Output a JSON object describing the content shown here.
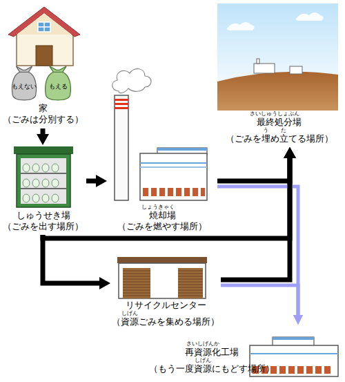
{
  "diagram": {
    "nodes": [
      {
        "text": [
          "家",
          "（ごみは分別する）"
        ]
      },
      {
        "text": [
          "もえない"
        ],
        "in": 0
      },
      {
        "text": [
          "もえる"
        ],
        "in": 0
      },
      {
        "text": [
          "しゅうせき場",
          "（ごみを出す場所）"
        ]
      },
      {
        "text": [
          "焼却場",
          "（ごみを燃やす場所）"
        ]
      },
      {
        "text": [
          "最終処分場",
          "（ごみを埋め立てる場所）"
        ]
      },
      {
        "text": [
          "リサイクルセンター",
          "（資源ごみを集める場所）"
        ]
      },
      {
        "text": [
          "再資源化工場",
          "（もう一度資源にもどす場所）"
        ]
      }
    ],
    "edges": [
      {
        "from": 0,
        "to": 3,
        "arrow": "to"
      },
      {
        "from": 3,
        "to": 4,
        "arrow": "to"
      },
      {
        "from": 3,
        "to": 6,
        "arrow": "to"
      },
      {
        "from": 3,
        "to": 5,
        "arrow": "to"
      },
      {
        "from": 4,
        "to": 5,
        "arrow": "to"
      },
      {
        "from": 4,
        "to": 7,
        "arrow": "to"
      },
      {
        "from": 6,
        "to": 5,
        "arrow": "to"
      },
      {
        "from": 6,
        "to": 7,
        "arrow": "to"
      }
    ],
    "labels": [
      "さいしゅうしょぶん",
      "う",
      "た",
      "しょうきゃく",
      "しげん",
      "さいしげんか",
      "しげん"
    ]
  }
}
